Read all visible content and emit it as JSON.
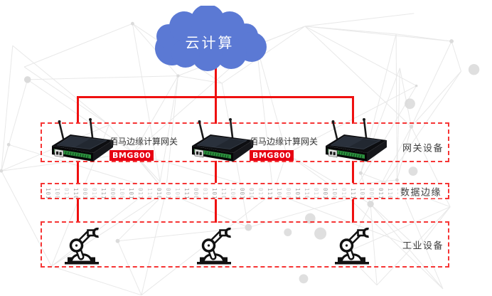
{
  "cloud": {
    "label": "云计算"
  },
  "sections": [
    {
      "id": "gateway",
      "label": "网关设备"
    },
    {
      "id": "data-edge",
      "label": "数据边缘"
    },
    {
      "id": "industrial",
      "label": "工业设备"
    }
  ],
  "gateways": [
    {
      "name": "佰马边缘计算网关",
      "model": "BMG800"
    },
    {
      "name": "佰马边缘计算网关",
      "model": "BMG800"
    },
    {
      "name": "",
      "model": ""
    }
  ],
  "industrial_devices_count": 3,
  "binary_stream": "101 100 011 110 001 010 111 000 100 101 011 110 010 001 100 111 000 011 101 110 100 001 010 011 111 100 000 101 110 011 001 100 010 111 101 000 011 110 100 001 101 010 110 011",
  "colors": {
    "cloud": "#5b79d4",
    "connector": "#ef1010",
    "dashed_border": "#f63535",
    "badge_bg": "#e60012",
    "badge_text": "#ffffff",
    "label_text": "#3d3d3d"
  }
}
